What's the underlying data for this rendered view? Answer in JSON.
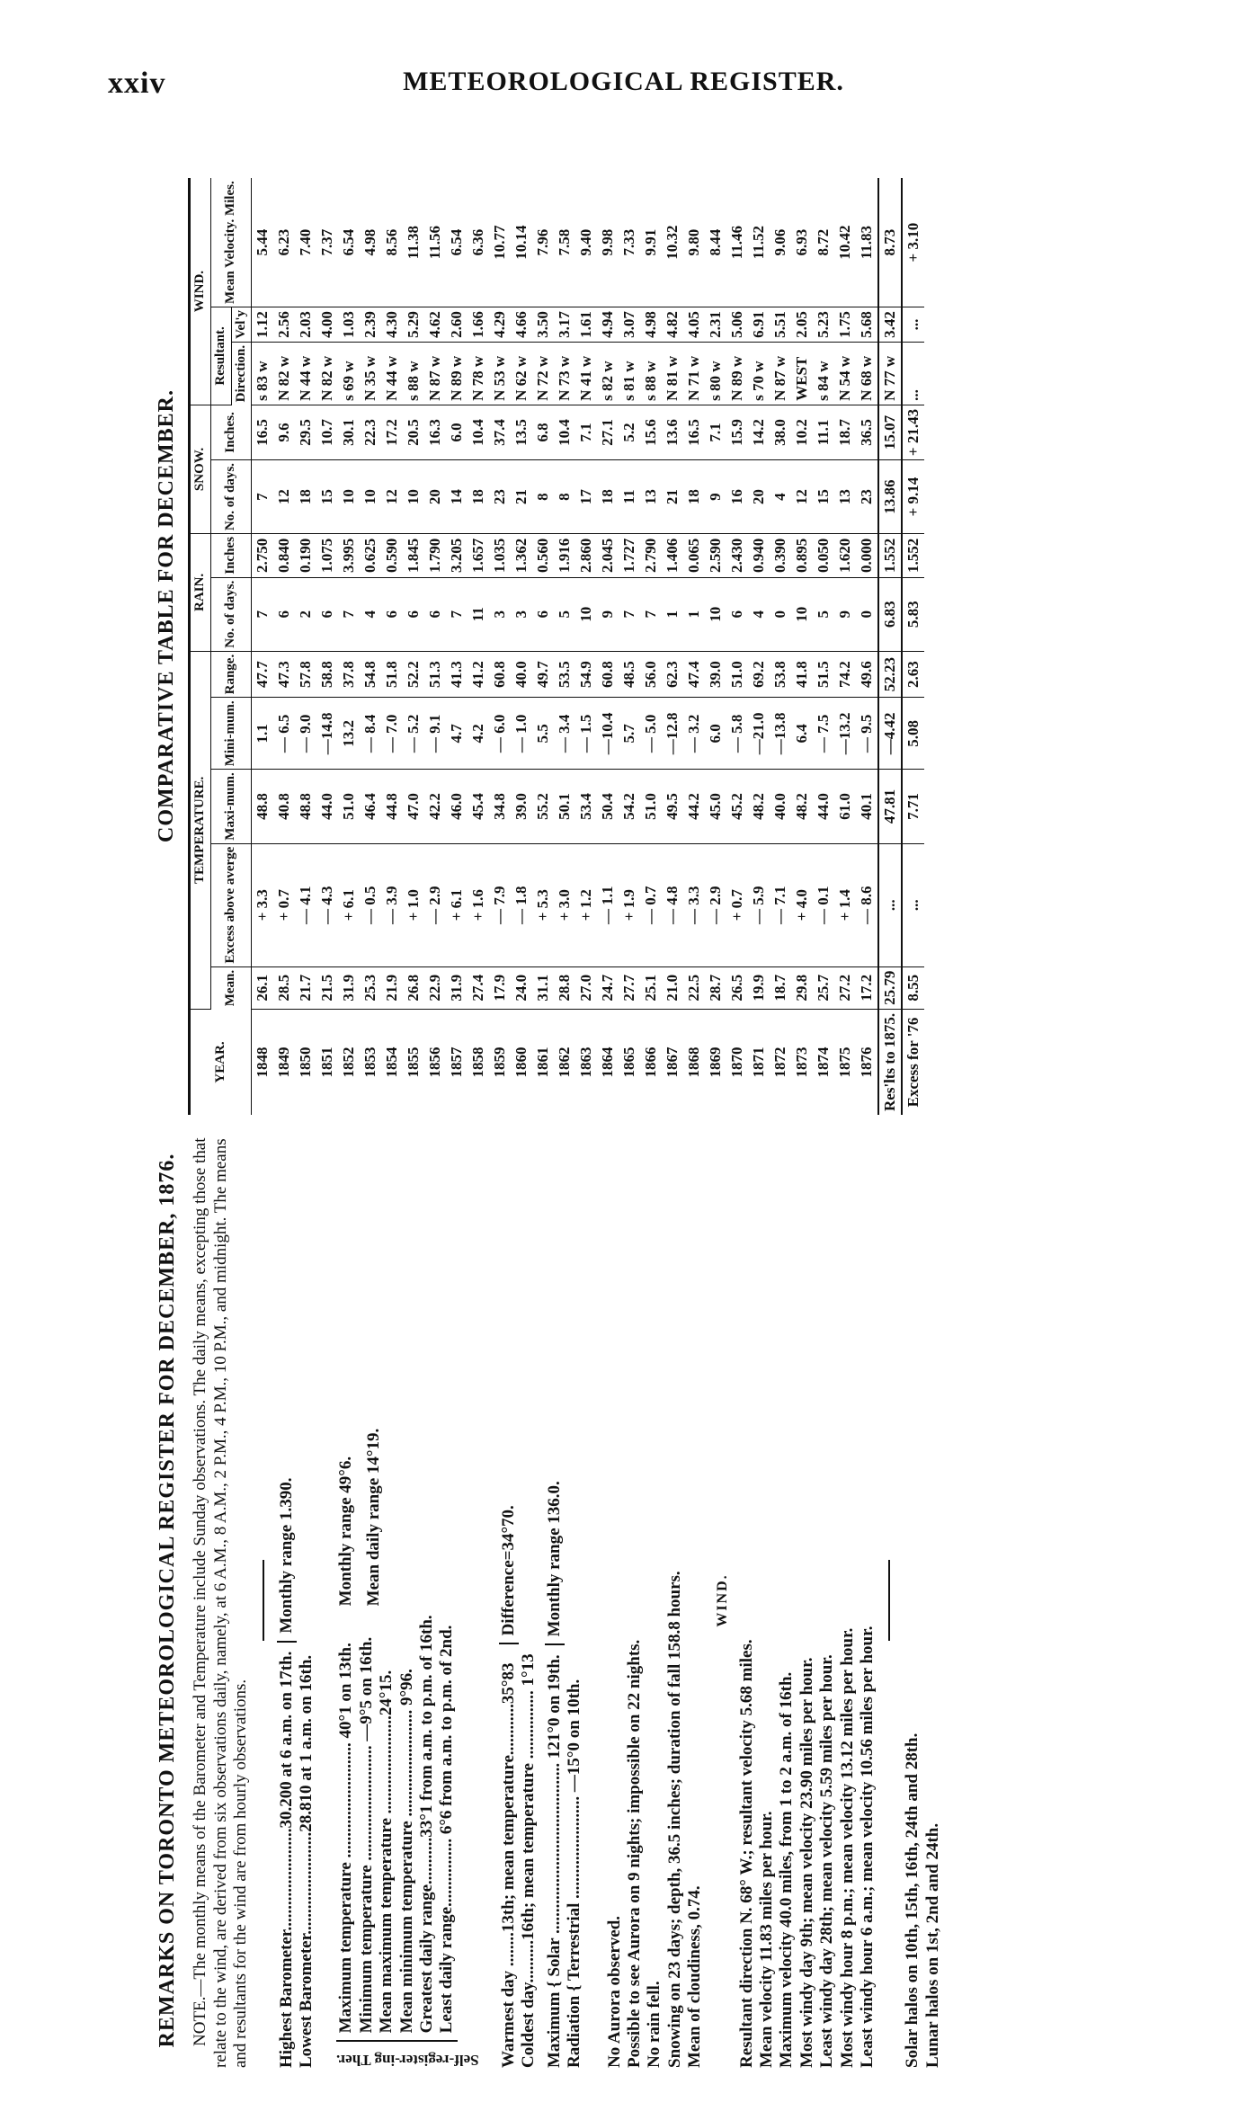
{
  "page_number": "xxiv",
  "running_title": "METEOROLOGICAL REGISTER.",
  "remarks": {
    "title": "REMARKS ON TORONTO METEOROLOGICAL REGISTER FOR DECEMBER, 1876.",
    "note": "NOTE.—The monthly means of the Barometer and Temperature include Sunday observations. The daily means, excepting those that relate to the wind, are derived from six observations daily, namely, at 6 A.M., 8 A.M., 2 P.M., 4 P.M., 10 P.M., and midnight. The means and resultants for the wind are from hourly observations.",
    "barometer": {
      "highest": "Highest Barometer........................30.200 at 6 a.m. on 17th.",
      "lowest": "Lowest Barometer........................28.810 at 1 a.m. on 16th.",
      "range_note": "Monthly range 1.390."
    },
    "temperature": {
      "side_label": "Self-register-ing Ther.",
      "lines": [
        "Maximum temperature ........................... 40°1 on 13th.",
        "Minimum temperature ........................... —9°5 on 16th.",
        "Mean maximum temperature .......................24°15.",
        "Mean minimum temperature ......................... 9°96.",
        "Greatest daily range...........33°1 from a.m. to p.m. of 16th.",
        "Least daily range................ 6°6 from a.m. to p.m. of 2nd."
      ],
      "monthly_range": "Monthly range 49°6.",
      "daily_range": "Mean daily range 14°19."
    },
    "warmest_coldest": {
      "warmest": "Warmest day ........13th; mean temperature............35°83",
      "coldest": "Coldest day..........16th; mean temperature ................ 1°13",
      "difference": "Difference=34°70."
    },
    "radiation": {
      "label": "Radiation",
      "solar": "Maximum { Solar ........................................ 121°0 on 19th.",
      "terrestrial": "Terrestrial ........................ —15°0 on 10th.",
      "range_note": "Monthly range 136.0."
    },
    "misc": [
      "No Aurora observed.",
      "Possible to see Aurora on 9 nights; impossible on 22 nights.",
      "No rain fell.",
      "Snowing on 23 days; depth, 36.5 inches; duration of fall 158.8 hours.",
      "Mean of cloudiness, 0.74."
    ],
    "wind_heading": "WIND.",
    "wind": [
      "Resultant direction N. 68° W.; resultant velocity 5.68 miles.",
      "Mean velocity 11.83 miles per hour.",
      "Maximum velocity 40.0 miles, from 1 to 2 a.m. of 16th.",
      "Most windy day 9th; mean velocity 23.90 miles per hour.",
      "Least windy day 28th; mean velocity 5.59 miles per hour.",
      "Most windy hour 8 p.m.; mean velocity 13.12 miles per hour.",
      "Least windy hour 6 a.m.; mean velocity 10.56 miles per hour."
    ],
    "halos": [
      "Solar halos on 10th, 15th, 16th, 24th and 28th.",
      "Lunar halos on 1st, 2nd and 24th."
    ]
  },
  "table": {
    "title": "COMPARATIVE TABLE FOR DECEMBER.",
    "group_headers": {
      "temperature": "TEMPERATURE.",
      "rain": "RAIN.",
      "snow": "SNOW.",
      "wind": "WIND.",
      "resultant": "Resultant."
    },
    "columns": [
      "YEAR.",
      "Mean.",
      "Excess above averge",
      "Maxi-mum.",
      "Mini-mum.",
      "Range.",
      "No. of days.",
      "Inches",
      "No. of days.",
      "Inches.",
      "Direction.",
      "Vel'y",
      "Mean Velocity. Miles."
    ],
    "rows": [
      [
        "1848",
        "26.1",
        "+ 3.3",
        "48.8",
        "1.1",
        "47.7",
        "7",
        "2.750",
        "7",
        "16.5",
        "s 83 w",
        "1.12",
        "5.44"
      ],
      [
        "1849",
        "28.5",
        "+ 0.7",
        "40.8",
        "— 6.5",
        "47.3",
        "6",
        "0.840",
        "12",
        "9.6",
        "N 82 w",
        "2.56",
        "6.23"
      ],
      [
        "1850",
        "21.7",
        "— 4.1",
        "48.8",
        "— 9.0",
        "57.8",
        "2",
        "0.190",
        "18",
        "29.5",
        "N 44 w",
        "2.03",
        "7.40"
      ],
      [
        "1851",
        "21.5",
        "— 4.3",
        "44.0",
        "—14.8",
        "58.8",
        "6",
        "1.075",
        "15",
        "10.7",
        "N 82 w",
        "4.00",
        "7.37"
      ],
      [
        "1852",
        "31.9",
        "+ 6.1",
        "51.0",
        "13.2",
        "37.8",
        "7",
        "3.995",
        "10",
        "30.1",
        "s 69 w",
        "1.03",
        "6.54"
      ],
      [
        "1853",
        "25.3",
        "— 0.5",
        "46.4",
        "— 8.4",
        "54.8",
        "4",
        "0.625",
        "10",
        "22.3",
        "N 35 w",
        "2.39",
        "4.98"
      ],
      [
        "1854",
        "21.9",
        "— 3.9",
        "44.8",
        "— 7.0",
        "51.8",
        "6",
        "0.590",
        "12",
        "17.2",
        "N 44 w",
        "4.30",
        "8.56"
      ],
      [
        "1855",
        "26.8",
        "+ 1.0",
        "47.0",
        "— 5.2",
        "52.2",
        "6",
        "1.845",
        "10",
        "20.5",
        "s 88 w",
        "5.29",
        "11.38"
      ],
      [
        "1856",
        "22.9",
        "— 2.9",
        "42.2",
        "— 9.1",
        "51.3",
        "6",
        "1.790",
        "20",
        "16.3",
        "N 87 w",
        "4.62",
        "11.56"
      ],
      [
        "1857",
        "31.9",
        "+ 6.1",
        "46.0",
        "4.7",
        "41.3",
        "7",
        "3.205",
        "14",
        "6.0",
        "N 89 w",
        "2.60",
        "6.54"
      ],
      [
        "1858",
        "27.4",
        "+ 1.6",
        "45.4",
        "4.2",
        "41.2",
        "11",
        "1.657",
        "18",
        "10.4",
        "N 78 w",
        "1.66",
        "6.36"
      ],
      [
        "1859",
        "17.9",
        "— 7.9",
        "34.8",
        "— 6.0",
        "60.8",
        "3",
        "1.035",
        "23",
        "37.4",
        "N 53 w",
        "4.29",
        "10.77"
      ],
      [
        "1860",
        "24.0",
        "— 1.8",
        "39.0",
        "— 1.0",
        "40.0",
        "3",
        "1.362",
        "21",
        "13.5",
        "N 62 w",
        "4.66",
        "10.14"
      ],
      [
        "1861",
        "31.1",
        "+ 5.3",
        "55.2",
        "5.5",
        "49.7",
        "6",
        "0.560",
        "8",
        "6.8",
        "N 72 w",
        "3.50",
        "7.96"
      ],
      [
        "1862",
        "28.8",
        "+ 3.0",
        "50.1",
        "— 3.4",
        "53.5",
        "5",
        "1.916",
        "8",
        "10.4",
        "N 73 w",
        "3.17",
        "7.58"
      ],
      [
        "1863",
        "27.0",
        "+ 1.2",
        "53.4",
        "— 1.5",
        "54.9",
        "10",
        "2.860",
        "17",
        "7.1",
        "N 41 w",
        "1.61",
        "9.40"
      ],
      [
        "1864",
        "24.7",
        "— 1.1",
        "50.4",
        "—10.4",
        "60.8",
        "9",
        "2.045",
        "18",
        "27.1",
        "s 82 w",
        "4.94",
        "9.98"
      ],
      [
        "1865",
        "27.7",
        "+ 1.9",
        "54.2",
        "5.7",
        "48.5",
        "7",
        "1.727",
        "11",
        "5.2",
        "s 81 w",
        "3.07",
        "7.33"
      ],
      [
        "1866",
        "25.1",
        "— 0.7",
        "51.0",
        "— 5.0",
        "56.0",
        "7",
        "2.790",
        "13",
        "15.6",
        "s 88 w",
        "4.98",
        "9.91"
      ],
      [
        "1867",
        "21.0",
        "— 4.8",
        "49.5",
        "—12.8",
        "62.3",
        "1",
        "1.406",
        "21",
        "13.6",
        "N 81 w",
        "4.82",
        "10.32"
      ],
      [
        "1868",
        "22.5",
        "— 3.3",
        "44.2",
        "— 3.2",
        "47.4",
        "1",
        "0.065",
        "18",
        "16.5",
        "N 71 w",
        "4.05",
        "9.80"
      ],
      [
        "1869",
        "28.7",
        "— 2.9",
        "45.0",
        "6.0",
        "39.0",
        "10",
        "2.590",
        "9",
        "7.1",
        "s 80 w",
        "2.31",
        "8.44"
      ],
      [
        "1870",
        "26.5",
        "+ 0.7",
        "45.2",
        "— 5.8",
        "51.0",
        "6",
        "2.430",
        "16",
        "15.9",
        "N 89 w",
        "5.06",
        "11.46"
      ],
      [
        "1871",
        "19.9",
        "— 5.9",
        "48.2",
        "—21.0",
        "69.2",
        "4",
        "0.940",
        "20",
        "14.2",
        "s 70 w",
        "6.91",
        "11.52"
      ],
      [
        "1872",
        "18.7",
        "— 7.1",
        "40.0",
        "—13.8",
        "53.8",
        "0",
        "0.390",
        "4",
        "38.0",
        "N 87 w",
        "5.51",
        "9.06"
      ],
      [
        "1873",
        "29.8",
        "+ 4.0",
        "48.2",
        "6.4",
        "41.8",
        "10",
        "0.895",
        "12",
        "10.2",
        "WEST",
        "2.05",
        "6.93"
      ],
      [
        "1874",
        "25.7",
        "— 0.1",
        "44.0",
        "— 7.5",
        "51.5",
        "5",
        "0.050",
        "15",
        "11.1",
        "s 84 w",
        "5.23",
        "8.72"
      ],
      [
        "1875",
        "27.2",
        "+ 1.4",
        "61.0",
        "—13.2",
        "74.2",
        "9",
        "1.620",
        "13",
        "18.7",
        "N 54 w",
        "1.75",
        "10.42"
      ],
      [
        "1876",
        "17.2",
        "— 8.6",
        "40.1",
        "— 9.5",
        "49.6",
        "0",
        "0.000",
        "23",
        "36.5",
        "N 68 w",
        "5.68",
        "11.83"
      ]
    ],
    "results_row": [
      "Res'lts to 1875.",
      "25.79",
      "...",
      "47.81",
      "—4.42",
      "52.23",
      "6.83",
      "1.552",
      "13.86",
      "15.07",
      "N 77 w",
      "3.42",
      "8.73"
    ],
    "excess_row": [
      "Excess for '76",
      "8.55",
      "...",
      "7.71",
      "5.08",
      "2.63",
      "5.83",
      "1.552",
      "+ 9.14",
      "+ 21.43",
      "...",
      "...",
      "+ 3.10"
    ]
  }
}
